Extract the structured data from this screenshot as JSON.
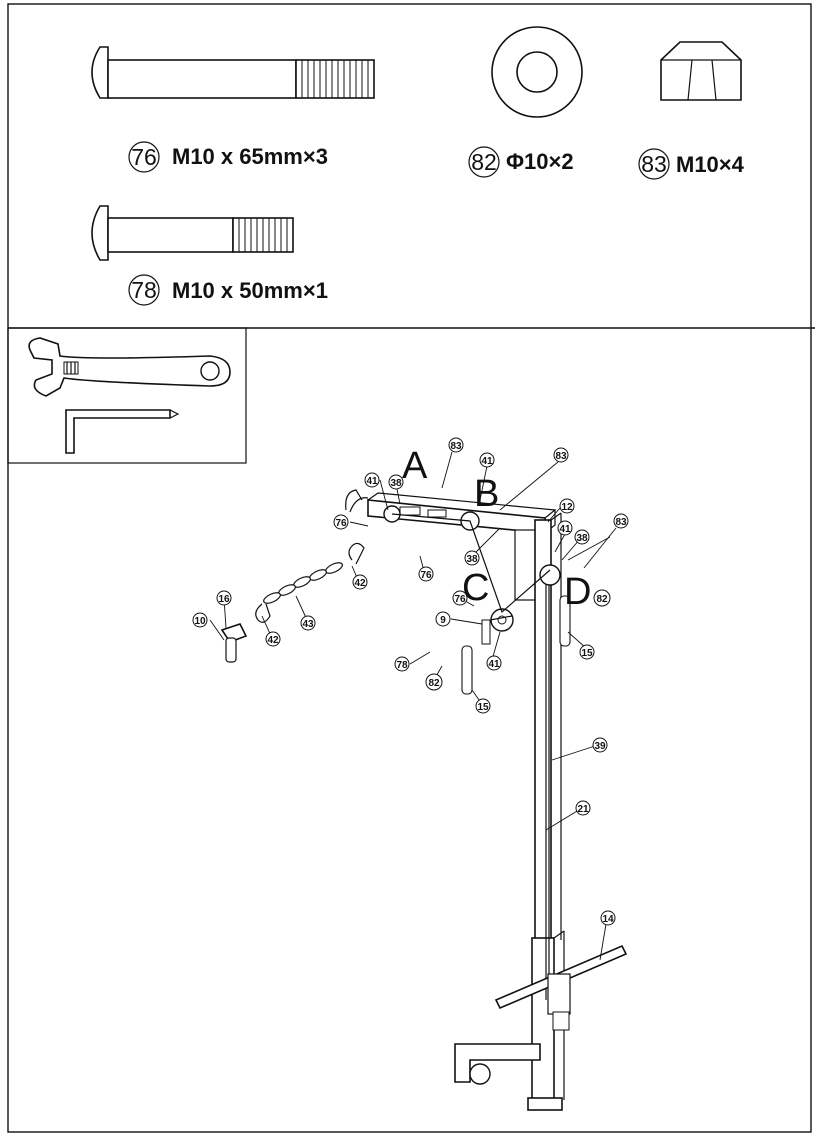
{
  "hardware": [
    {
      "id": "76",
      "label": "M10 x 65mm×3"
    },
    {
      "id": "82",
      "label": "Φ10×2"
    },
    {
      "id": "83",
      "label": "M10×4"
    },
    {
      "id": "78",
      "label": "M10 x 50mm×1"
    }
  ],
  "tools": [
    "wrench-icon",
    "hex-key-icon"
  ],
  "step_letters": [
    "A",
    "B",
    "C",
    "D"
  ],
  "callouts": {
    "c83a": "83",
    "c41a": "41",
    "c38a": "38",
    "c41b": "41",
    "c83b": "83",
    "c12": "12",
    "c41c": "41",
    "c38b": "38",
    "c83c": "83",
    "c76a": "76",
    "c38c": "38",
    "c76b": "76",
    "c42": "42",
    "c76c": "76",
    "c16": "16",
    "c10": "10",
    "c42b": "42",
    "c43": "43",
    "c9": "9",
    "c82a": "82",
    "c15a": "15",
    "c78": "78",
    "c82b": "82",
    "c41d": "41",
    "c15b": "15",
    "c39": "39",
    "c21": "21",
    "c14": "14"
  }
}
